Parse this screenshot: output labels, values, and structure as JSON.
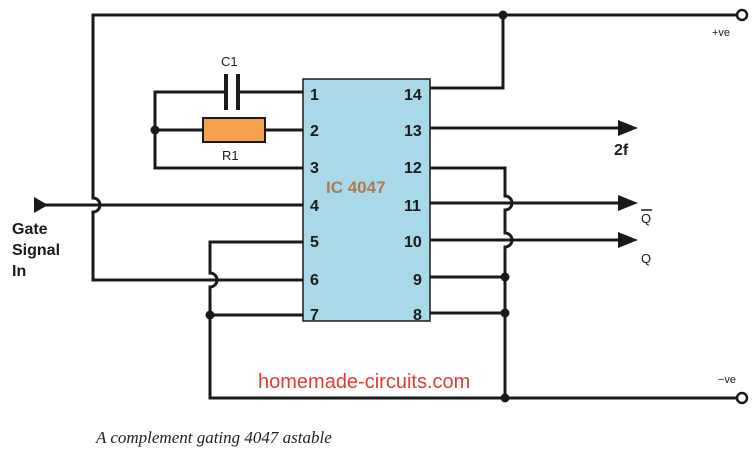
{
  "ic": {
    "label": "IC 4047",
    "fill": "#a9d9e8",
    "label_color": "#b07a4e"
  },
  "pins_left": [
    "1",
    "2",
    "3",
    "4",
    "5",
    "6",
    "7"
  ],
  "pins_right": [
    "14",
    "13",
    "12",
    "11",
    "10",
    "9",
    "8"
  ],
  "components": {
    "capacitor": "C1",
    "resistor": "R1",
    "resistor_color": "#f5a04c"
  },
  "labels": {
    "vplus": "+ve",
    "vminus": "−ve",
    "out_2f": "2f",
    "out_qbar": "Q",
    "out_q": "Q",
    "gate_line1": "Gate",
    "gate_line2": "Signal",
    "gate_line3": "In"
  },
  "watermark": {
    "text": "homemade-circuits.com",
    "color": "#e53a35"
  },
  "caption": "A complement gating 4047 astable"
}
